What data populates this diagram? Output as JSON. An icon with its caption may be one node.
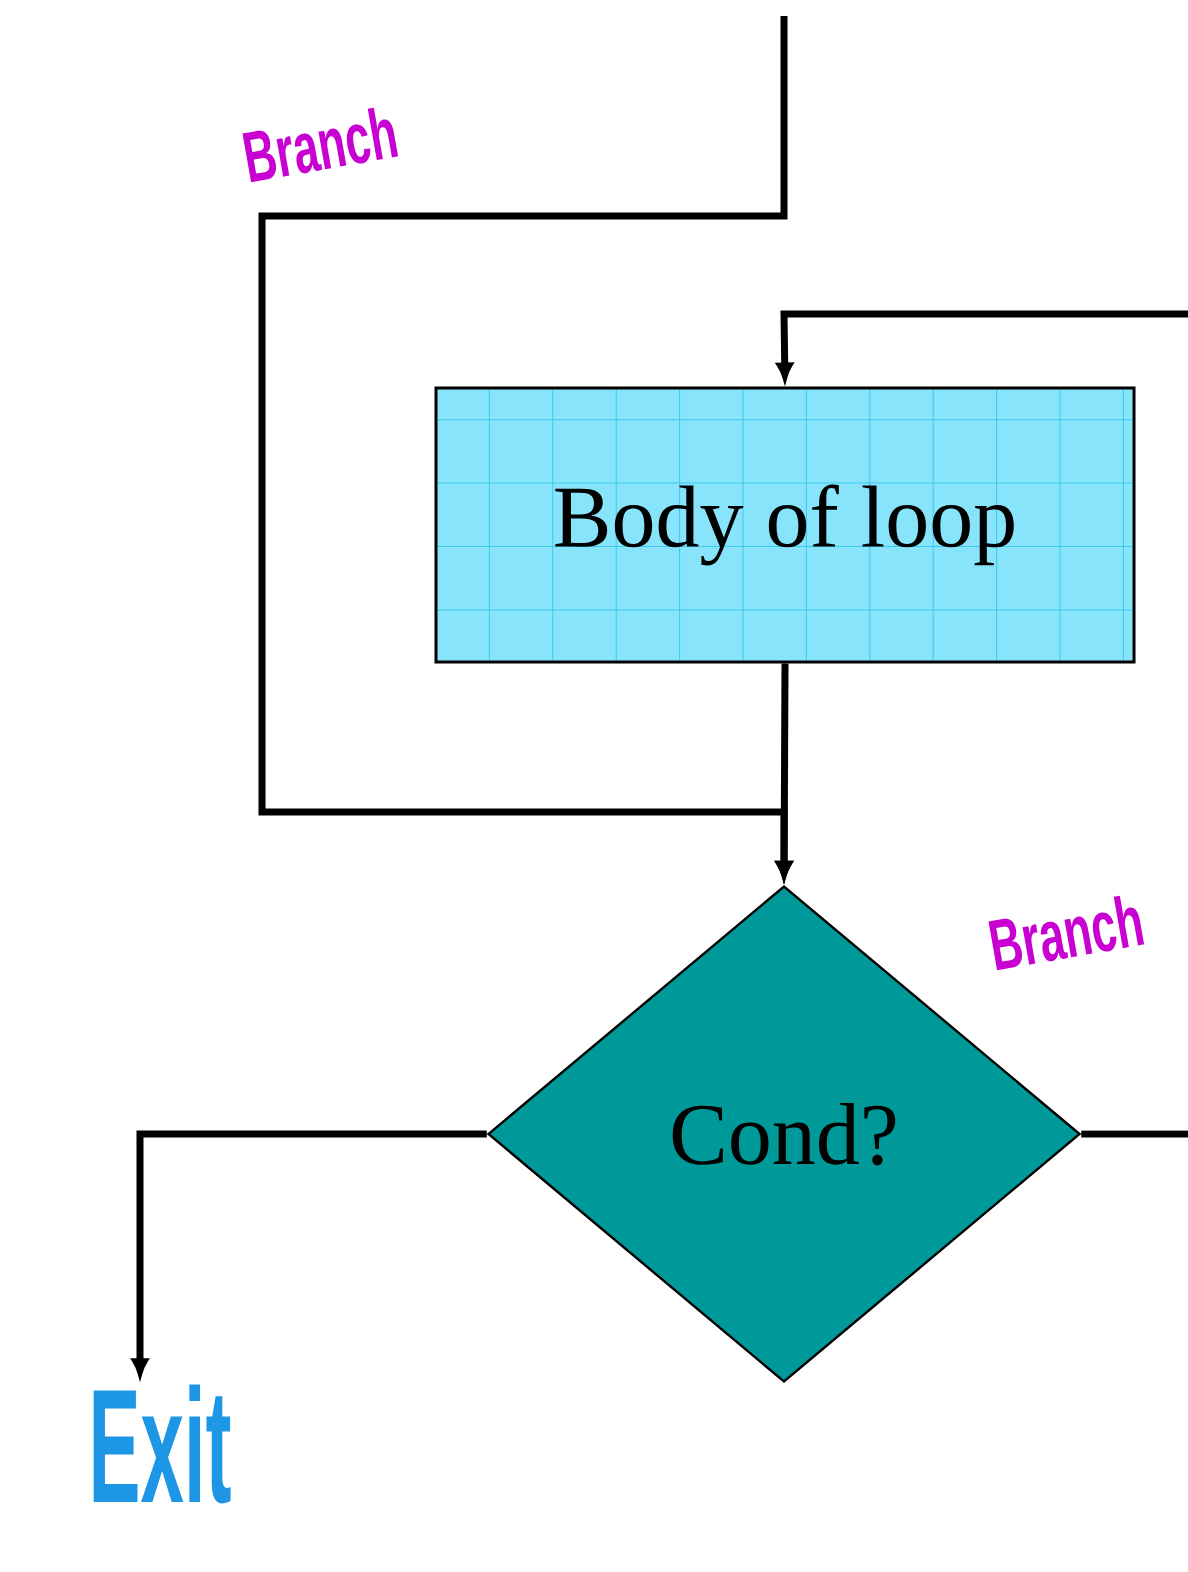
{
  "diagram": {
    "nodes": [
      {
        "text": [
          "Body of loop"
        ]
      },
      {
        "text": [
          "Cond?"
        ]
      },
      {
        "text": [
          "Exit"
        ]
      }
    ],
    "edges": [
      {
        "from": null,
        "to": 1,
        "arrow": "to"
      },
      {
        "from": null,
        "to": 0,
        "arrow": "to"
      },
      {
        "from": 0,
        "to": 1,
        "arrow": "to"
      },
      {
        "from": 1,
        "to": 2,
        "arrow": "to"
      },
      {
        "from": 1,
        "to": null,
        "arrow": "none"
      }
    ],
    "labels": [
      "Branch",
      "Branch"
    ]
  }
}
